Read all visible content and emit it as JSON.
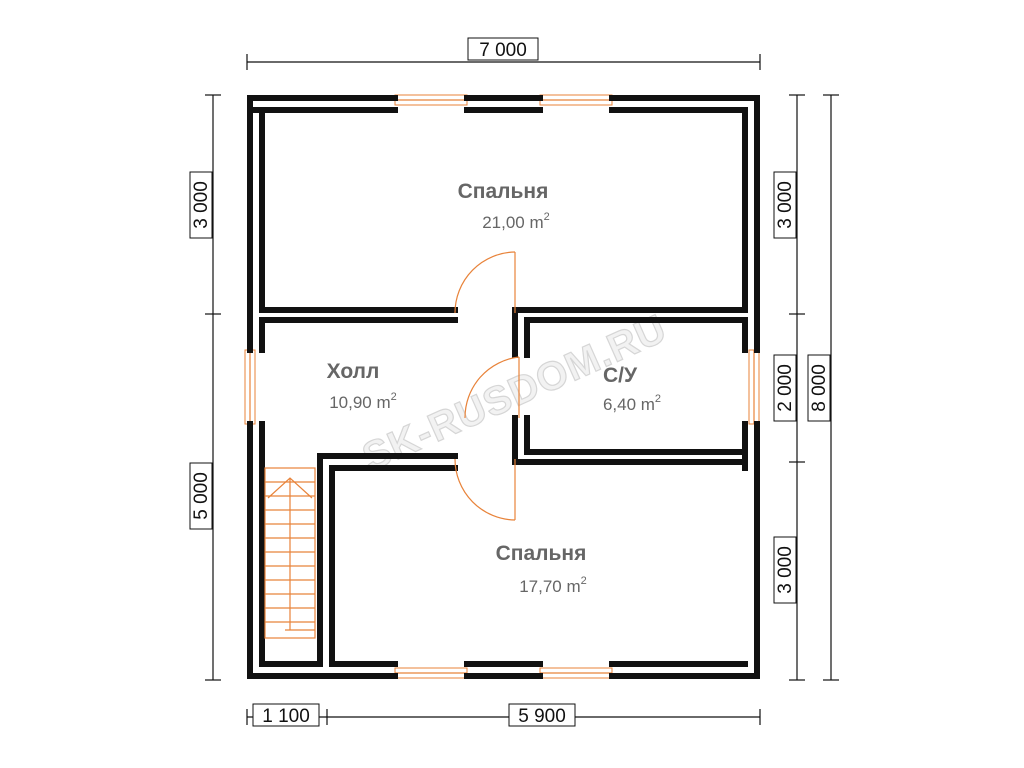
{
  "dimensions": {
    "top_width": "7 000",
    "left_upper": "3 000",
    "left_lower": "5 000",
    "right_upper": "3 000",
    "right_middle": "2 000",
    "right_lower": "3 000",
    "right_total": "8 000",
    "bottom_left": "1 100",
    "bottom_right": "5 900"
  },
  "rooms": {
    "bedroom_top": {
      "name": "Спальня",
      "area": "21,00 m",
      "unit_exp": "2"
    },
    "hall": {
      "name": "Холл",
      "area": "10,90 m",
      "unit_exp": "2"
    },
    "bathroom": {
      "name": "С/У",
      "area": "6,40 m",
      "unit_exp": "2"
    },
    "bedroom_bottom": {
      "name": "Спальня",
      "area": "17,70 m",
      "unit_exp": "2"
    }
  },
  "watermark": "SK-RUSDOM.RU",
  "colors": {
    "wall": "#111111",
    "opening": "#e8833a",
    "room_text": "#666666",
    "watermark": "#d6d6d6"
  }
}
